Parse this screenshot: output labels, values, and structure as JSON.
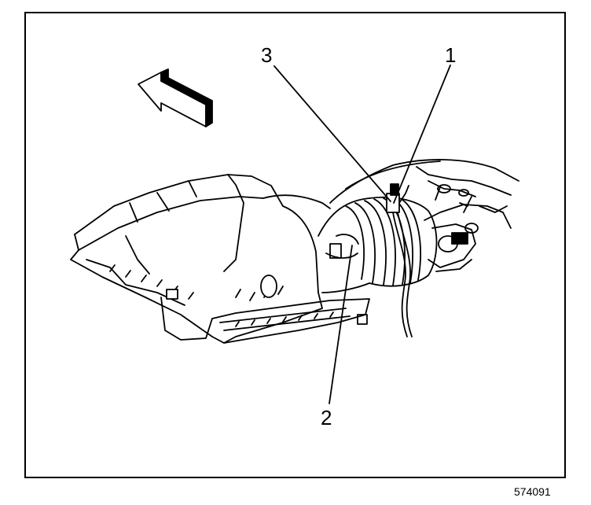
{
  "callouts": {
    "c1": "1",
    "c2": "2",
    "c3": "3"
  },
  "figure_id": "574091"
}
